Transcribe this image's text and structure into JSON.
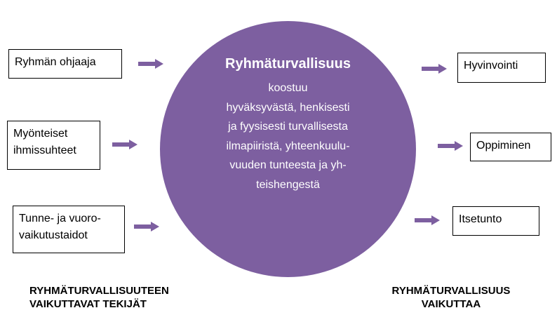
{
  "inputs": [
    {
      "lines": [
        "Ryhmän ohjaaja"
      ]
    },
    {
      "lines": [
        "Myönteiset",
        "ihmissuhteet"
      ]
    },
    {
      "lines": [
        "Tunne- ja vuoro-",
        "vaikutustaidot"
      ]
    }
  ],
  "center": {
    "title": "Ryhmäturvallisuus",
    "lines": [
      "koostuu",
      "hyväksyvästä, henkisesti",
      "ja fyysisesti turvallisesta",
      "ilmapiiristä, yhteenkuulu-",
      "vuuden tunteesta ja yh-",
      "teishengestä"
    ]
  },
  "outputs": [
    {
      "label": "Hyvinvointi"
    },
    {
      "label": "Oppiminen"
    },
    {
      "label": "Itsetunto"
    }
  ],
  "captions": {
    "left": [
      "RYHMÄTURVALLISUUTEEN",
      "VAIKUTTAVAT TEKIJÄT"
    ],
    "right": [
      "RYHMÄTURVALLISUUS",
      "VAIKUTTAA"
    ]
  },
  "colors": {
    "circle": "#7d5fa0",
    "arrow": "#7d5fa0",
    "box_border": "#000000"
  }
}
